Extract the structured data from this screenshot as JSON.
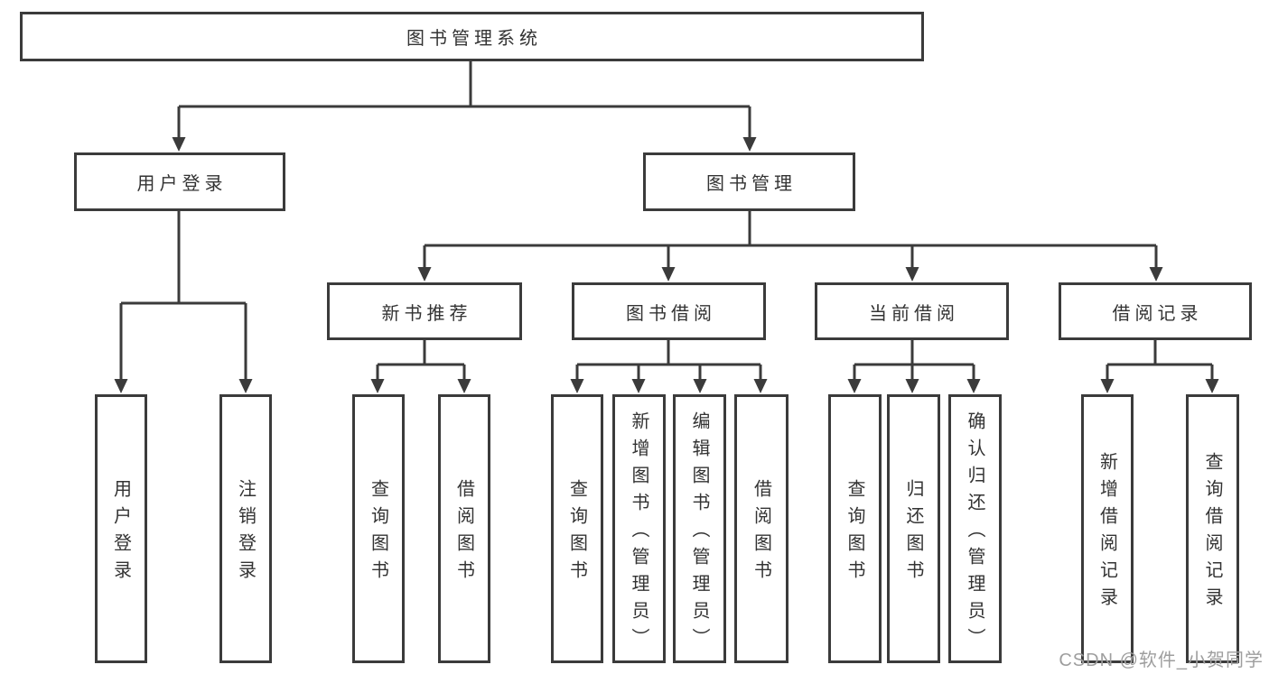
{
  "tree": {
    "label": "图书管理系统",
    "children": [
      {
        "label": "用户登录",
        "children": [
          {
            "label": "用户登录"
          },
          {
            "label": "注销登录"
          }
        ]
      },
      {
        "label": "图书管理",
        "children": [
          {
            "label": "新书推荐",
            "children": [
              {
                "label": "查询图书"
              },
              {
                "label": "借阅图书"
              }
            ]
          },
          {
            "label": "图书借阅",
            "children": [
              {
                "label": "查询图书"
              },
              {
                "label": "新增图书（管理员）"
              },
              {
                "label": "编辑图书（管理员）"
              },
              {
                "label": "借阅图书"
              }
            ]
          },
          {
            "label": "当前借阅",
            "children": [
              {
                "label": "查询图书"
              },
              {
                "label": "归还图书"
              },
              {
                "label": "确认归还（管理员）"
              }
            ]
          },
          {
            "label": "借阅记录",
            "children": [
              {
                "label": "新增借阅记录"
              },
              {
                "label": "查询借阅记录"
              }
            ]
          }
        ]
      }
    ]
  },
  "watermark": "CSDN @软件_小贺同学",
  "colors": {
    "line": "#3b3b3b",
    "text": "#333333",
    "watermark": "#9e9e9e",
    "background": "#ffffff"
  }
}
